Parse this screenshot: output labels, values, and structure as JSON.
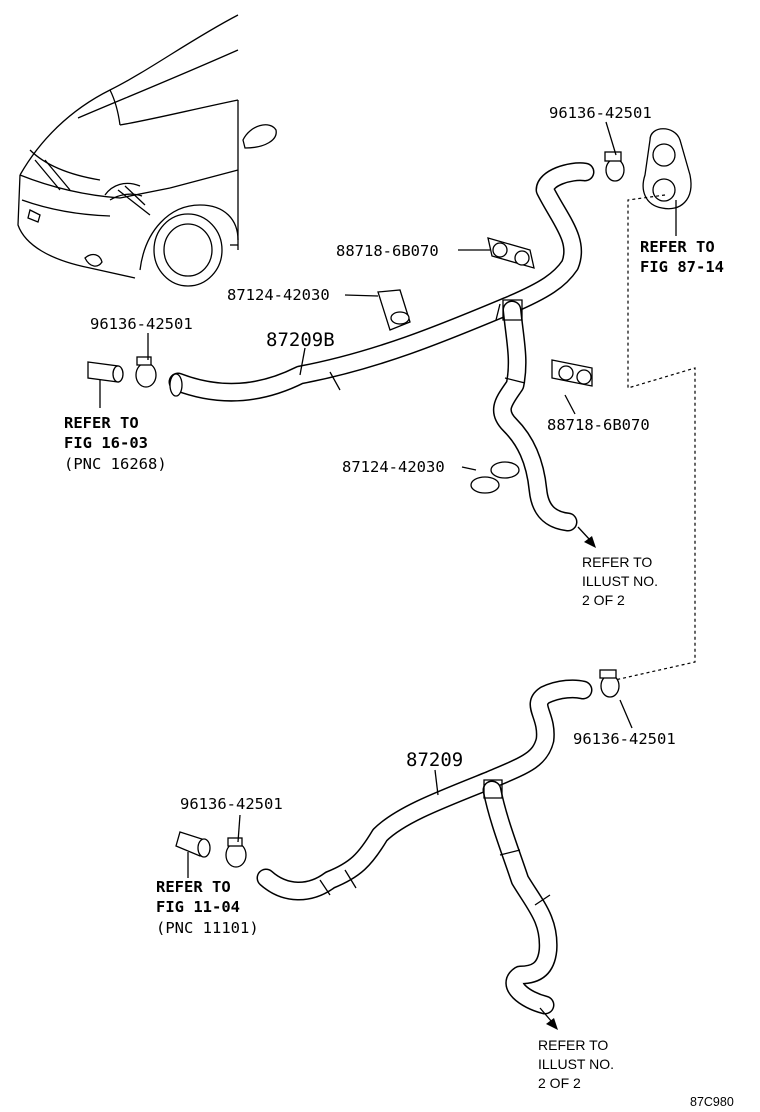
{
  "labels": {
    "clamp_top_right": "96136-42501",
    "clamp_mid_right": "96136-42501",
    "clamp_upper_left": "96136-42501",
    "clamp_lower_left": "96136-42501",
    "bracket_upper": "88718-6B070",
    "bracket_lower": "88718-6B070",
    "clip_upper": "87124-42030",
    "clip_lower": "87124-42030",
    "hose_upper": "87209B",
    "hose_lower": "87209"
  },
  "refs": {
    "fig_87_14": [
      "REFER TO",
      "FIG 87-14"
    ],
    "fig_16_03": [
      "REFER TO",
      "FIG 16-03",
      "(PNC 16268)"
    ],
    "fig_11_04": [
      "REFER TO",
      "FIG 11-04",
      "(PNC 11101)"
    ],
    "illust_upper": [
      "REFER TO",
      "ILLUST NO.",
      "2 OF 2"
    ],
    "illust_lower": [
      "REFER TO",
      "ILLUST NO.",
      "2 OF 2"
    ]
  },
  "diagram_code": "87C980",
  "icons": [
    "car-icon",
    "hose-clamp-icon",
    "hose-bracket-icon",
    "hose-clip-icon",
    "heater-valve-icon",
    "pipe-end-icon",
    "arrow-icon"
  ]
}
